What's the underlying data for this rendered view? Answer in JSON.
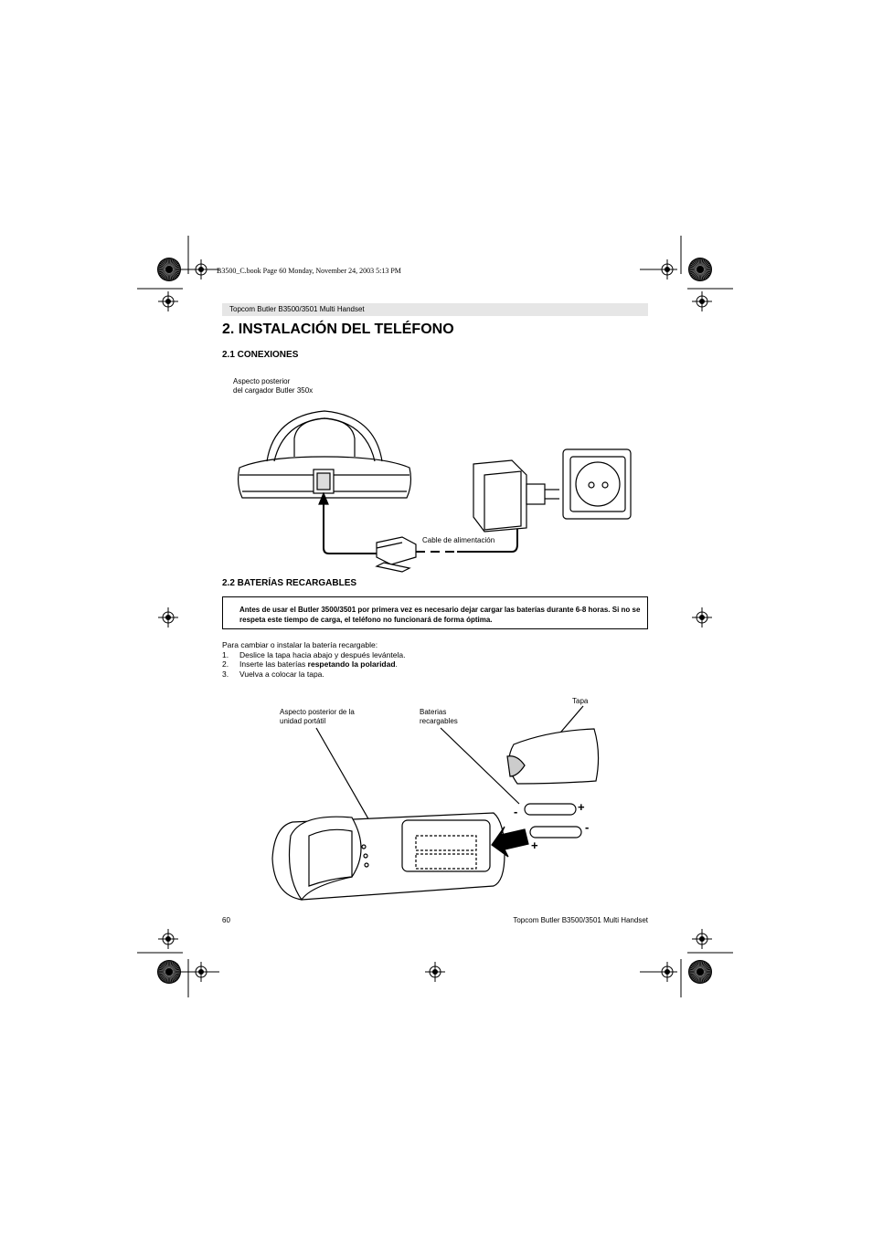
{
  "print_info": "B3500_C.book  Page 60  Monday, November 24, 2003  5:13 PM",
  "running_header": "Topcom Butler B3500/3501 Multi Handset",
  "section_title": "2. INSTALACIÓN DEL TELÉFONO",
  "subsection_1": {
    "title": "2.1 CONEXIONES",
    "caption_line1": "Aspecto posterior",
    "caption_line2": "del cargador Butler 350x",
    "cable_label": "Cable de alimentación"
  },
  "subsection_2": {
    "title": "2.2 BATERÍAS RECARGABLES",
    "notice": "Antes de usar el Butler 3500/3501 por primera vez es necesario dejar cargar las baterías durante 6-8 horas. Si no se respeta este tiempo de carga, el teléfono no funcionará de forma óptima.",
    "intro": "Para cambiar o instalar la batería recargable:",
    "steps": [
      {
        "num": "1.",
        "text": "Deslice la tapa hacia abajo y después levántela."
      },
      {
        "num": "2.",
        "text_before": "Inserte las baterías ",
        "text_bold": "respetando la polaridad",
        "text_after": "."
      },
      {
        "num": "3.",
        "text": "Vuelva a colocar la tapa."
      }
    ],
    "label_handset_line1": "Aspecto posterior de la",
    "label_handset_line2": "unidad portátil",
    "label_batteries_line1": "Baterias",
    "label_batteries_line2": "recargables",
    "label_cover": "Tapa",
    "polarity_minus": "-",
    "polarity_plus": "+"
  },
  "footer": {
    "page_number": "60",
    "product": "Topcom Butler B3500/3501 Multi Handset"
  }
}
